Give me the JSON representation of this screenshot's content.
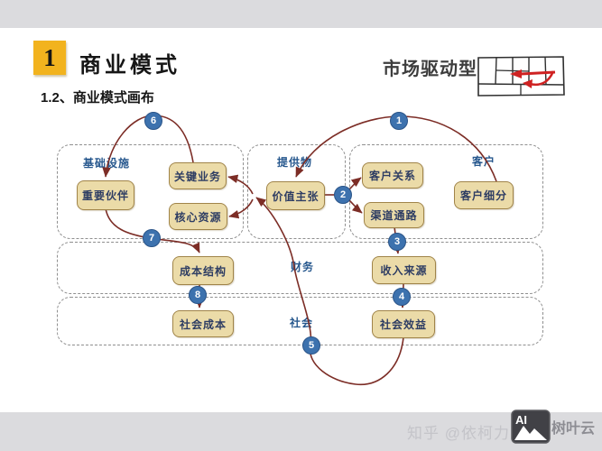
{
  "header": {
    "number": "1",
    "title": "商业模式",
    "subtitle": "1.2、商业模式画布",
    "model_type": "市场驱动型"
  },
  "groups": {
    "infrastructure": "基础设施",
    "offering": "提供物",
    "customer": "客户",
    "finance": "财务",
    "society": "社会"
  },
  "nodes": {
    "partners": "重要伙伴",
    "key_activities": "关键业务",
    "core_resources": "核心资源",
    "value_prop": "价值主张",
    "relations": "客户关系",
    "channels": "渠道通路",
    "segments": "客户细分",
    "cost": "成本结构",
    "revenue": "收入来源",
    "social_cost": "社会成本",
    "social_benefit": "社会效益"
  },
  "steps": {
    "s1": "1",
    "s2": "2",
    "s3": "3",
    "s4": "4",
    "s5": "5",
    "s6": "6",
    "s7": "7",
    "s8": "8"
  },
  "watermark": {
    "prefix": "知乎 @依柯力",
    "suffix": "树叶云",
    "icon_text": "AI"
  },
  "colors": {
    "accent_yellow": "#F2B31E",
    "node_fill": "#EBDBA8",
    "node_border": "#A08449",
    "arrow": "#7C2D26",
    "step_circle": "#3D72AE",
    "group_label": "#27588E",
    "node_text": "#2E3D63"
  }
}
